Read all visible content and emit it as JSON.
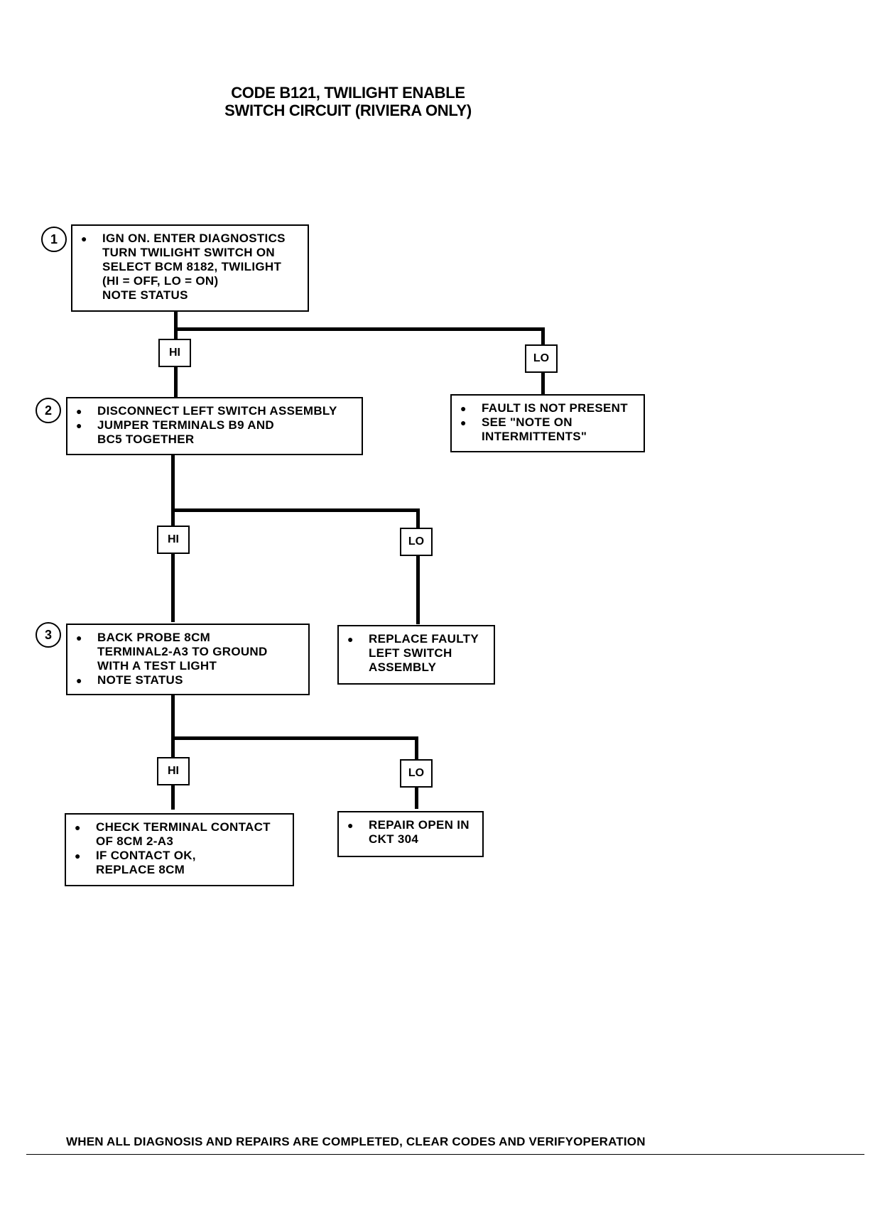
{
  "title": {
    "line1": "CODE B121, TWILIGHT ENABLE",
    "line2": "SWITCH CIRCUIT (RIVIERA ONLY)"
  },
  "steps": {
    "s1": "1",
    "s2": "2",
    "s3": "3"
  },
  "boxes": {
    "step1": {
      "lines": [
        "IGN ON.  ENTER DIAGNOSTICS",
        "TURN TWILIGHT SWITCH ON",
        "SELECT BCM 8182, TWILIGHT",
        "(HI = OFF, LO = ON)",
        "NOTE STATUS"
      ]
    },
    "fault_not_present": {
      "item1": "FAULT IS NOT PRESENT",
      "item2_lines": [
        "SEE \"NOTE ON",
        "INTERMITTENTS\""
      ]
    },
    "step2": {
      "item1": "DISCONNECT LEFT SWITCH  ASSEMBLY",
      "item2_lines": [
        "JUMPER TERMINALS B9  AND",
        "BC5 TOGETHER"
      ]
    },
    "replace_switch": {
      "lines": [
        "REPLACE  FAULTY",
        "LEFT SWITCH",
        "ASSEMBLY"
      ]
    },
    "step3": {
      "item1_lines": [
        "BACK PROBE 8CM",
        "TERMINAL2-A3 TO GROUND",
        "WITH A TEST LIGHT"
      ],
      "item2": "NOTE STATUS"
    },
    "check_terminal": {
      "item1_lines": [
        "CHECK TERMINAL CONTACT",
        "OF 8CM 2-A3"
      ],
      "item2_lines": [
        "IF CONTACT OK,",
        "REPLACE 8CM"
      ]
    },
    "repair_open": {
      "lines": [
        "REPAIR OPEN IN",
        "CKT 304"
      ]
    }
  },
  "tags": {
    "hi": "HI",
    "lo": "LO"
  },
  "footer": "WHEN ALL DIAGNOSIS AND REPAIRS ARE COMPLETED, CLEAR CODES AND VERIFYOPERATION"
}
